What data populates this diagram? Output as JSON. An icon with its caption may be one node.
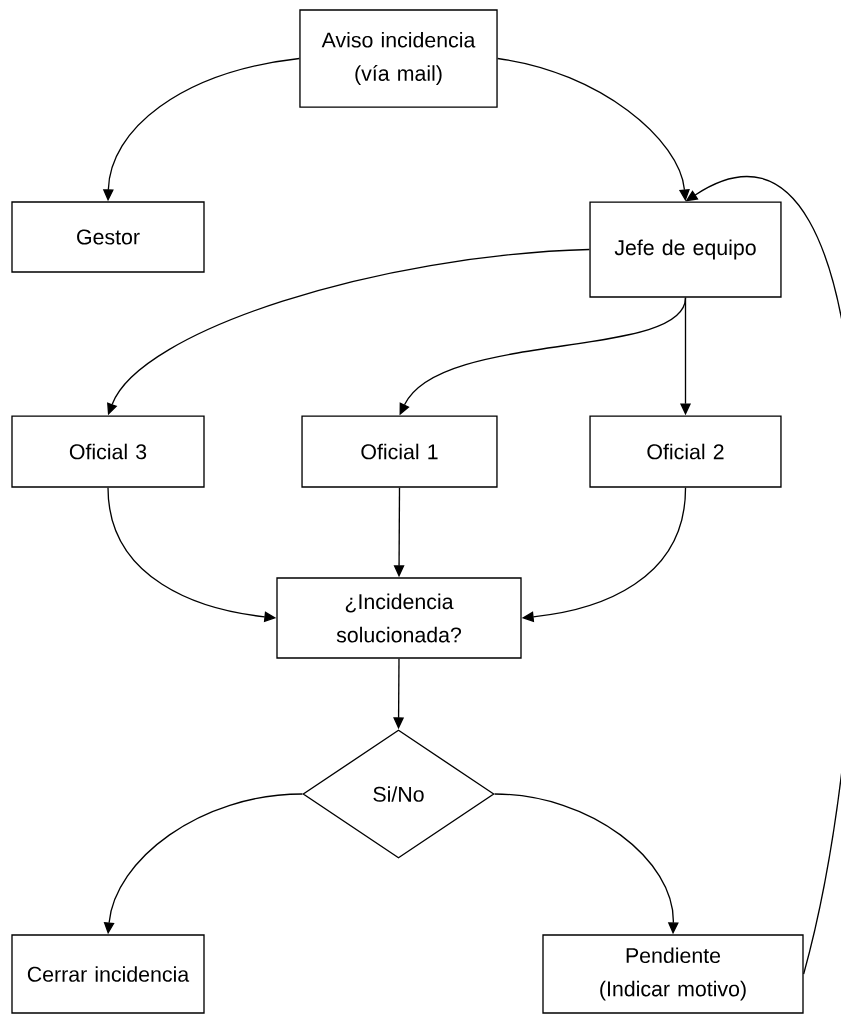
{
  "diagram": {
    "nodes": [
      {
        "text": [
          "Aviso incidencia (vía mail)"
        ]
      },
      {
        "text": [
          "Gestor"
        ]
      },
      {
        "text": [
          "Jefe de equipo"
        ]
      },
      {
        "text": [
          "Oficial 3"
        ]
      },
      {
        "text": [
          "Oficial 1"
        ]
      },
      {
        "text": [
          "Oficial 2"
        ]
      },
      {
        "text": [
          "¿Incidencia solucionada?"
        ]
      },
      {
        "text": [
          "Si/No"
        ]
      },
      {
        "text": [
          "Cerrar incidencia"
        ]
      },
      {
        "text": [
          "Pendiente (Indicar motivo)"
        ]
      }
    ],
    "edges": [
      {
        "from": 0,
        "to": 1,
        "arrow": "to"
      },
      {
        "from": 0,
        "to": 2,
        "arrow": "to"
      },
      {
        "from": 2,
        "to": 3,
        "arrow": "to"
      },
      {
        "from": 2,
        "to": 4,
        "arrow": "to"
      },
      {
        "from": 2,
        "to": 5,
        "arrow": "to"
      },
      {
        "from": 3,
        "to": 6,
        "arrow": "to"
      },
      {
        "from": 4,
        "to": 6,
        "arrow": "to"
      },
      {
        "from": 5,
        "to": 6,
        "arrow": "to"
      },
      {
        "from": 6,
        "to": 7,
        "arrow": "to"
      },
      {
        "from": 7,
        "to": 8,
        "arrow": "to"
      },
      {
        "from": 7,
        "to": 9,
        "arrow": "to"
      },
      {
        "from": 9,
        "to": 2,
        "arrow": "to"
      }
    ]
  }
}
